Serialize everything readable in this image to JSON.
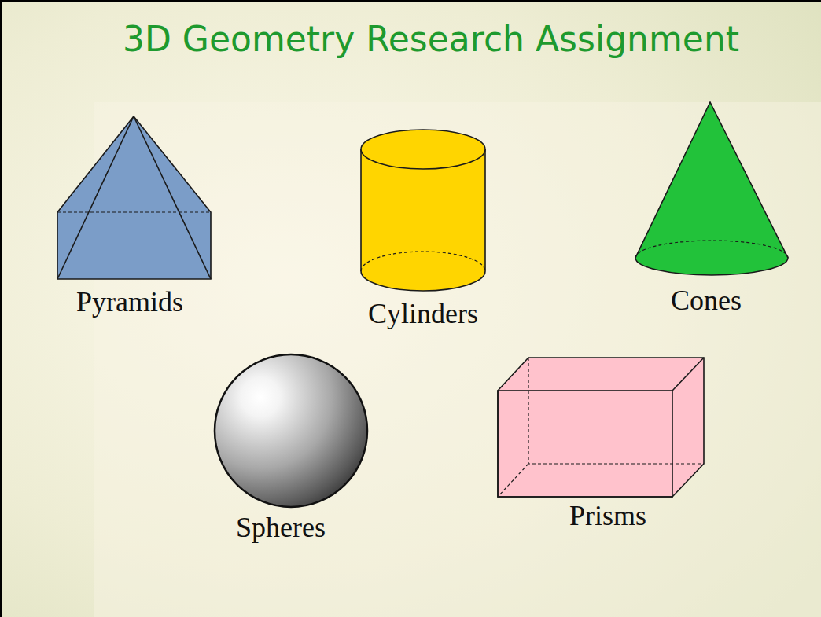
{
  "diagram": {
    "title": "3D Geometry Research Assignment",
    "labels": [
      "Pyramids",
      "Cylinders",
      "Cones",
      "Spheres",
      "Prisms"
    ]
  }
}
